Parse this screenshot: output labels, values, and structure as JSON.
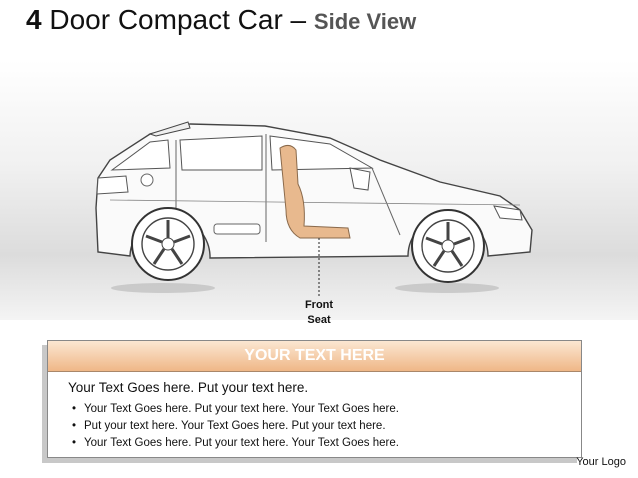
{
  "title": {
    "number": "4",
    "main": " Door Compact Car – ",
    "sub": "Side View"
  },
  "callout": {
    "line1": "Front",
    "line2": "Seat"
  },
  "text_box": {
    "header": "YOUR TEXT HERE",
    "lead": "Your Text Goes here. Put your text here.",
    "bullets": [
      "Your Text Goes here. Put your text here. Your Text Goes here.",
      "Put your text here. Your Text Goes here. Put your text here.",
      "Your Text Goes here. Put your text here. Your Text Goes here."
    ]
  },
  "logo": "Your Logo",
  "colors": {
    "seat_highlight": "#e8b98e",
    "box_header": "#efb787"
  }
}
